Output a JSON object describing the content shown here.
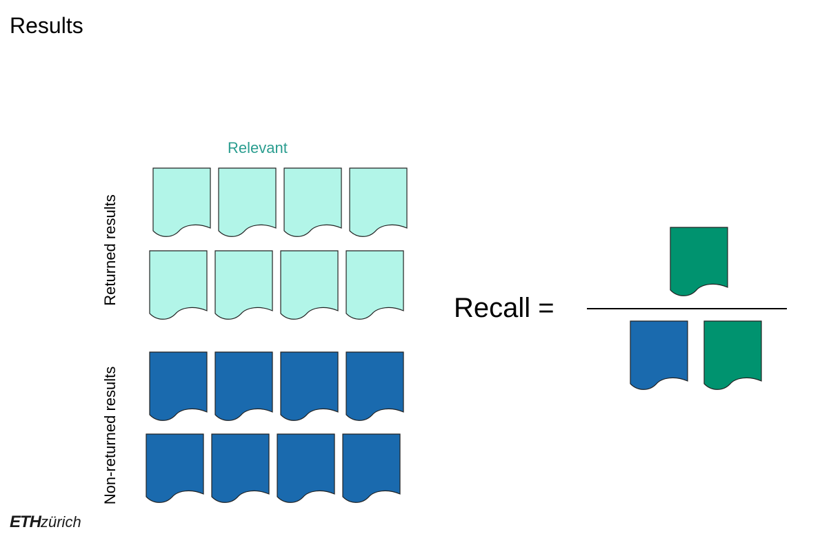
{
  "title": "Results",
  "column_label": "Relevant",
  "row_labels": {
    "returned": "Returned results",
    "non_returned": "Non-returned results"
  },
  "formula": {
    "label": "Recall ="
  },
  "logo": {
    "eth": "ETH",
    "zurich": "zürich"
  },
  "colors": {
    "relevant_returned": "#b2f5e8",
    "non_returned": "#1a6aae",
    "relevant_highlight": "#00936f",
    "column_label": "#2a9d8f",
    "outline": "#222222"
  },
  "grid": {
    "rows_returned": 2,
    "rows_non_returned": 2,
    "docs_per_row": 4
  },
  "formula_terms": {
    "numerator": [
      "relevant_highlight"
    ],
    "denominator": [
      "non_returned",
      "relevant_highlight"
    ]
  }
}
